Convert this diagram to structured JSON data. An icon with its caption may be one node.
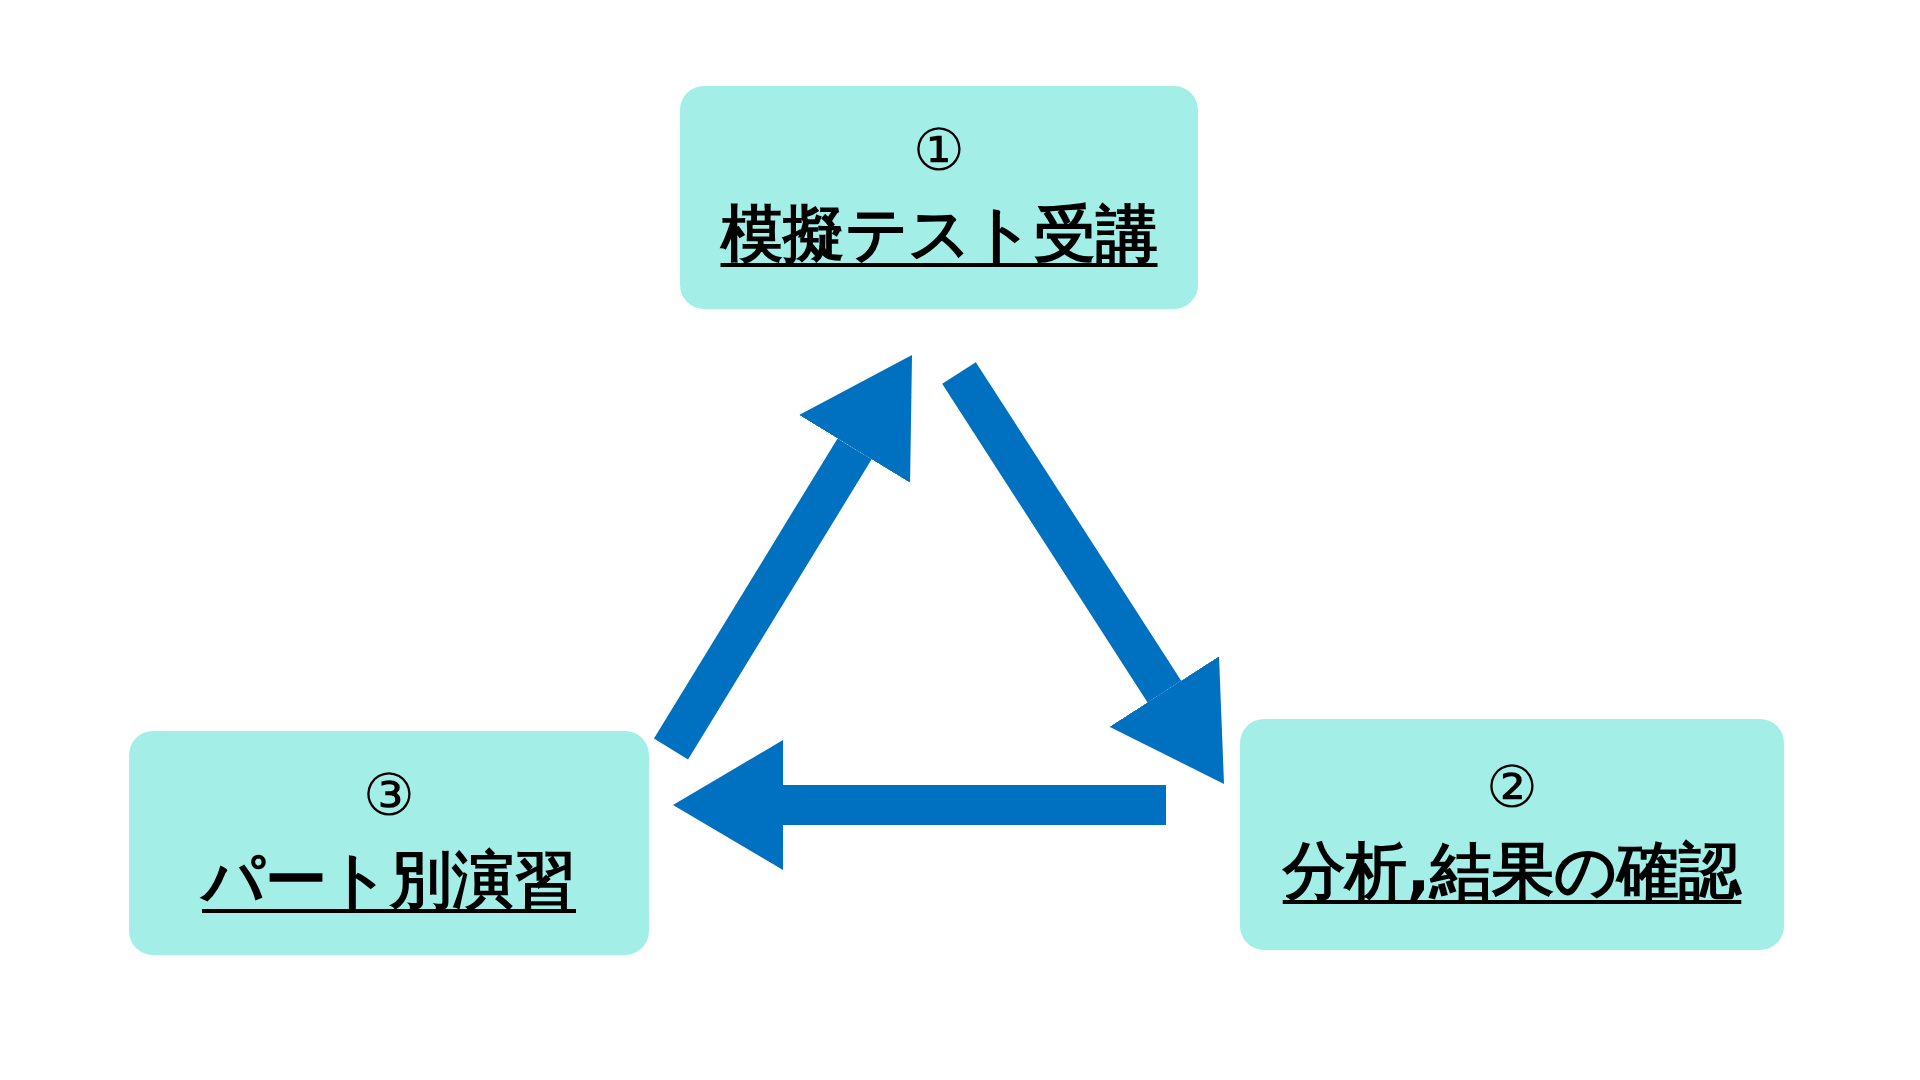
{
  "diagram": {
    "nodes": [
      {
        "text": [
          "①",
          "模擬テスト受講"
        ]
      },
      {
        "text": [
          "②",
          "分析,結果の確認"
        ]
      },
      {
        "text": [
          "③",
          "パート別演習"
        ]
      }
    ],
    "edges": [
      {
        "from": 0,
        "to": 1,
        "arrow": "to"
      },
      {
        "from": 1,
        "to": 2,
        "arrow": "to"
      },
      {
        "from": 2,
        "to": 0,
        "arrow": "to"
      }
    ]
  }
}
